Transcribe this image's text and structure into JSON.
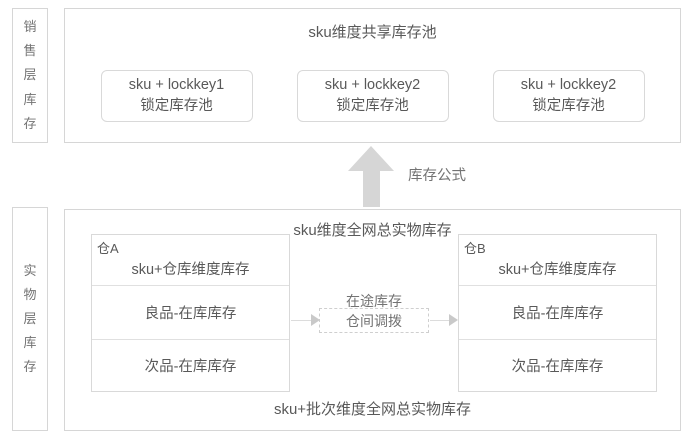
{
  "colors": {
    "border": "#d9d9d9",
    "text": "#595959",
    "muted": "#737373",
    "arrow_fill": "#d6d6d6"
  },
  "sales_layer": {
    "side_label": "销售层库存",
    "title": "sku维度共享库存池",
    "pools": [
      {
        "line1": "sku + lockkey1",
        "line2": "锁定库存池"
      },
      {
        "line1": "sku + lockkey2",
        "line2": "锁定库存池"
      },
      {
        "line1": "sku + lockkey2",
        "line2": "锁定库存池"
      }
    ]
  },
  "formula_arrow": {
    "icon": "arrow-up",
    "label": "库存公式"
  },
  "physical_layer": {
    "side_label": "实物层库存",
    "title": "sku维度全网总实物库存",
    "warehouses": [
      {
        "name": "仓A",
        "rows": [
          "sku+仓库维度库存",
          "良品-在库库存",
          "次品-在库库存"
        ]
      },
      {
        "name": "仓B",
        "rows": [
          "sku+仓库维度库存",
          "良品-在库库存",
          "次品-在库库存"
        ]
      }
    ],
    "transfer": {
      "label": "在途库存",
      "box_label": "仓间调拨"
    },
    "caption": "sku+批次维度全网总实物库存"
  }
}
